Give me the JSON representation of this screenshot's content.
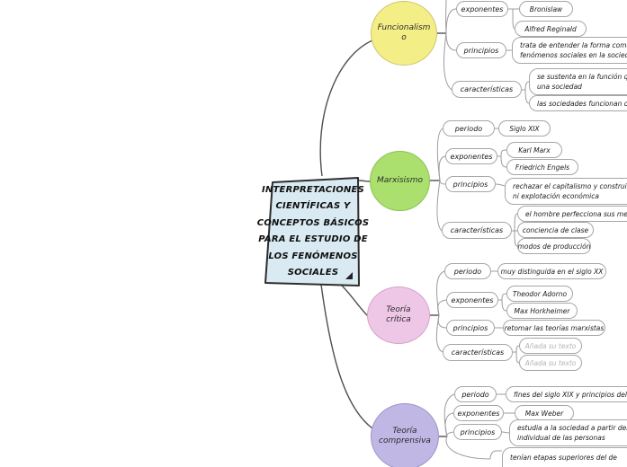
{
  "palette": {
    "background": "#ffffff",
    "central_fill": "#D9EAF2",
    "central_border": "#2e2e2e",
    "branch_funcionalismo": "#F4EE87",
    "branch_marxismo": "#ABE06E",
    "branch_teoria_critica": "#EFC7E6",
    "branch_teoria_comprensiva": "#C0B7E4",
    "node_border": "#a6a6a6",
    "connector": "#9c9c9c",
    "main_connector": "#4f4f4f",
    "placeholder_text": "#b5b5b5"
  },
  "central_topic": {
    "lines": [
      "INTERPRETACIONES",
      "CIENTÍFICAS Y",
      "CONCEPTOS BÁSICOS",
      "PARA EL ESTUDIO DE",
      "LOS FENÓMENOS",
      "SOCIALES"
    ],
    "collapse_icon": "lower-right-triangle"
  },
  "branches": [
    {
      "label": "Funcionalismo",
      "color": "#F4EE87",
      "subtopics": [
        {
          "label": "exponentes",
          "leaves": [
            {
              "lines": [
                "Bronislaw"
              ]
            },
            {
              "lines": [
                "Alfred Reginald"
              ]
            }
          ]
        },
        {
          "label": "principios",
          "leaves": [
            {
              "lines": [
                "trata de entender la forma como se",
                "fenómenos sociales en la sociedad"
              ]
            }
          ]
        },
        {
          "label": "características",
          "leaves": [
            {
              "lines": [
                "se sustenta en la función que",
                "una sociedad"
              ]
            },
            {
              "lines": [
                "las sociedades funcionan como u"
              ]
            }
          ]
        }
      ]
    },
    {
      "label": "Marxisismo",
      "color": "#ABE06E",
      "subtopics": [
        {
          "label": "periodo",
          "leaves": [
            {
              "lines": [
                "Siglo XIX"
              ]
            }
          ]
        },
        {
          "label": "exponentes",
          "leaves": [
            {
              "lines": [
                "Karl Marx"
              ]
            },
            {
              "lines": [
                "Friedrich Engels"
              ]
            }
          ]
        },
        {
          "label": "principios",
          "leaves": [
            {
              "lines": [
                "rechazar el capitalismo y construir una",
                "ni explotación económica"
              ]
            }
          ]
        },
        {
          "label": "características",
          "leaves": [
            {
              "lines": [
                "el hombre perfecciona sus medios pa"
              ]
            },
            {
              "lines": [
                "conciencia de clase"
              ]
            },
            {
              "lines": [
                "modos de producción"
              ]
            }
          ]
        }
      ]
    },
    {
      "label": "Teoría crítica",
      "color": "#EFC7E6",
      "subtopics": [
        {
          "label": "periodo",
          "leaves": [
            {
              "lines": [
                "muy distinguida en el siglo XX"
              ]
            }
          ]
        },
        {
          "label": "exponentes",
          "leaves": [
            {
              "lines": [
                "Theodor Adorno"
              ]
            },
            {
              "lines": [
                "Max Horkheimer"
              ]
            }
          ]
        },
        {
          "label": "principios",
          "leaves": [
            {
              "lines": [
                "retomar las teorías marxistas"
              ]
            }
          ]
        },
        {
          "label": "características",
          "leaves": [
            {
              "lines": [
                "Añada su texto"
              ],
              "placeholder": true
            },
            {
              "lines": [
                "Añada su texto"
              ],
              "placeholder": true
            }
          ]
        }
      ]
    },
    {
      "label": "Teoría comprensiva",
      "color": "#C0B7E4",
      "subtopics": [
        {
          "label": "periodo",
          "leaves": [
            {
              "lines": [
                "fines del siglo XIX y principios del XX"
              ]
            }
          ]
        },
        {
          "label": "exponentes",
          "leaves": [
            {
              "lines": [
                "Max Weber"
              ]
            }
          ]
        },
        {
          "label": "principios",
          "leaves": [
            {
              "lines": [
                "estudia a la sociedad a partir del c",
                "individual de las personas"
              ]
            }
          ]
        }
      ],
      "partial_leaf": {
        "lines": [
          "tenían etapas superiores del de"
        ]
      }
    }
  ]
}
